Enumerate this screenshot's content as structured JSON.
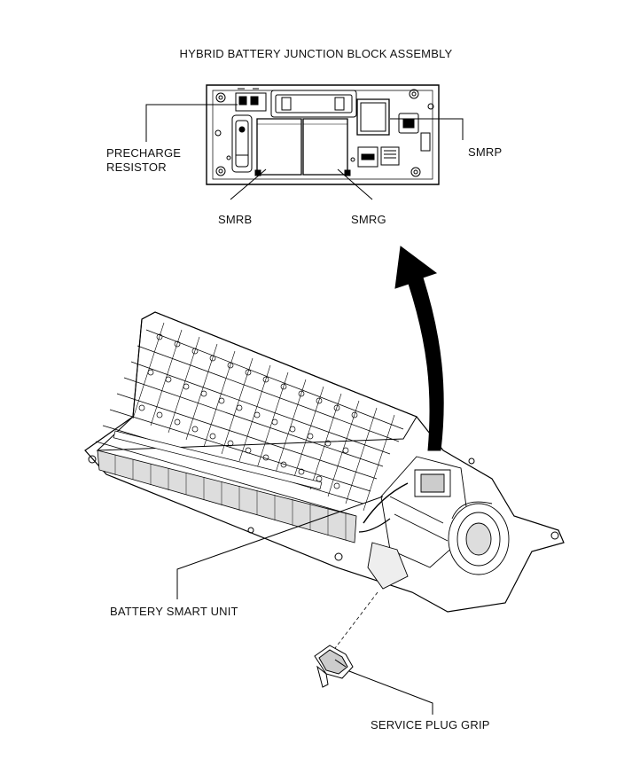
{
  "diagram": {
    "title": "HYBRID BATTERY JUNCTION BLOCK ASSEMBLY",
    "labels": {
      "precharge_line1": "PRECHARGE",
      "precharge_line2": "RESISTOR",
      "smrp": "SMRP",
      "smrb": "SMRB",
      "smrg": "SMRG",
      "battery_smart_unit": "BATTERY SMART UNIT",
      "service_plug_grip": "SERVICE PLUG GRIP"
    }
  }
}
